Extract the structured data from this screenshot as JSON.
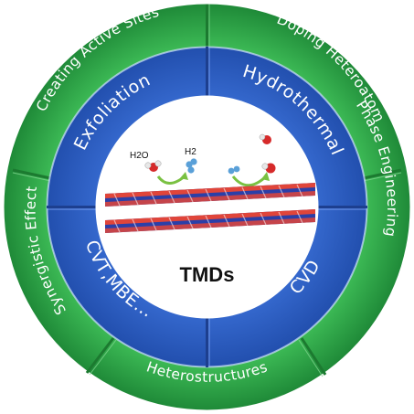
{
  "outer_ring": {
    "color": "#2fa84a",
    "segments": [
      {
        "label": "Creating Active Sites"
      },
      {
        "label": "Doping Heteroatom"
      },
      {
        "label": "Phase Engineering"
      },
      {
        "label": "Heterostructures"
      },
      {
        "label": "Synergistic Effect"
      }
    ]
  },
  "inner_ring": {
    "color": "#2f5fc4",
    "segments": [
      {
        "label": "Exfoliation"
      },
      {
        "label": "Hydrothermal"
      },
      {
        "label": "CVD"
      },
      {
        "label": "CVT,MBE..."
      }
    ]
  },
  "center": {
    "title": "TMDs",
    "water_label": "H2O",
    "hydrogen_label": "H2"
  }
}
